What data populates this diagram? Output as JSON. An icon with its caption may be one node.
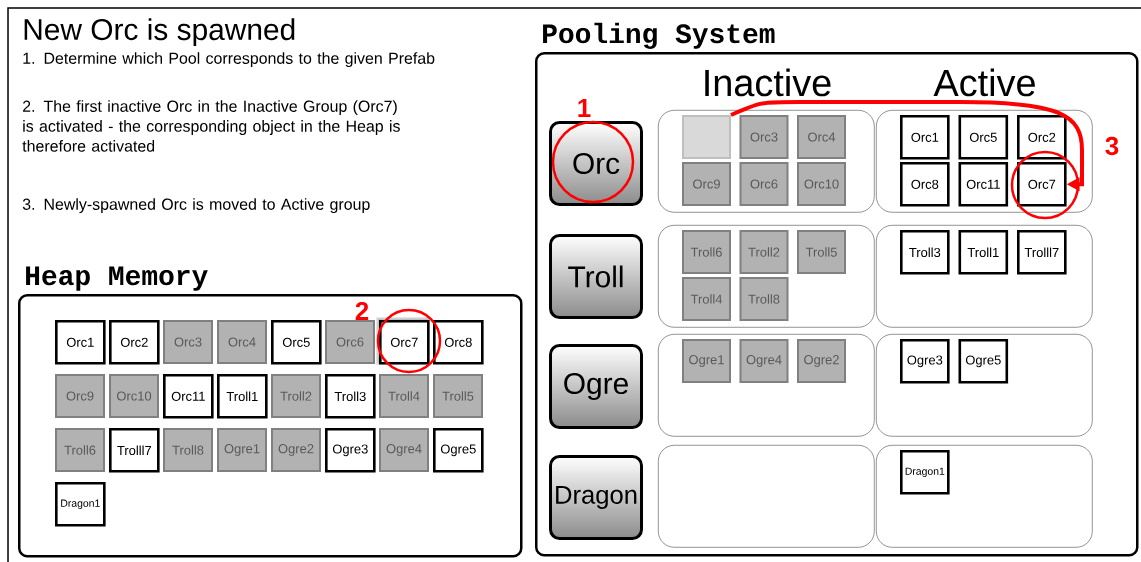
{
  "diagram": {
    "title": "New Orc is spawned",
    "nodes": [
      {
        "text": [
          "Heap Memory"
        ]
      },
      {
        "text": [
          "Orc1"
        ],
        "in": 0
      },
      {
        "text": [
          "Orc2"
        ],
        "in": 0
      },
      {
        "text": [
          "Orc3"
        ],
        "in": 0
      },
      {
        "text": [
          "Orc4"
        ],
        "in": 0
      },
      {
        "text": [
          "Orc5"
        ],
        "in": 0
      },
      {
        "text": [
          "Orc6"
        ],
        "in": 0
      },
      {
        "text": [
          "Orc7"
        ],
        "in": 0
      },
      {
        "text": [
          "Orc8"
        ],
        "in": 0
      },
      {
        "text": [
          "Orc9"
        ],
        "in": 0
      },
      {
        "text": [
          "Orc10"
        ],
        "in": 0
      },
      {
        "text": [
          "Orc11"
        ],
        "in": 0
      },
      {
        "text": [
          "Troll1"
        ],
        "in": 0
      },
      {
        "text": [
          "Troll2"
        ],
        "in": 0
      },
      {
        "text": [
          "Troll3"
        ],
        "in": 0
      },
      {
        "text": [
          "Troll4"
        ],
        "in": 0
      },
      {
        "text": [
          "Troll5"
        ],
        "in": 0
      },
      {
        "text": [
          "Troll6"
        ],
        "in": 0
      },
      {
        "text": [
          "Trolll7"
        ],
        "in": 0
      },
      {
        "text": [
          "Troll8"
        ],
        "in": 0
      },
      {
        "text": [
          "Ogre1"
        ],
        "in": 0
      },
      {
        "text": [
          "Ogre2"
        ],
        "in": 0
      },
      {
        "text": [
          "Ogre3"
        ],
        "in": 0
      },
      {
        "text": [
          "Ogre4"
        ],
        "in": 0
      },
      {
        "text": [
          "Ogre5"
        ],
        "in": 0
      },
      {
        "text": [
          "Dragon1"
        ],
        "in": 0
      },
      {
        "text": [
          "Pooling System"
        ]
      },
      {
        "text": [
          "Orc"
        ],
        "in": 26,
        "beside": [
          "1"
        ]
      },
      {
        "text": [],
        "shape": "box",
        "in": 26
      },
      {
        "text": [],
        "shape": "box",
        "in": 28
      },
      {
        "text": [
          "Orc3"
        ],
        "in": 28
      },
      {
        "text": [
          "Orc4"
        ],
        "in": 28
      },
      {
        "text": [
          "Orc9"
        ],
        "in": 28
      },
      {
        "text": [
          "Orc6"
        ],
        "in": 28
      },
      {
        "text": [
          "Orc10"
        ],
        "in": 28
      },
      {
        "text": [],
        "shape": "box",
        "in": 26
      },
      {
        "text": [
          "Orc1"
        ],
        "in": 35
      },
      {
        "text": [
          "Orc5"
        ],
        "in": 35
      },
      {
        "text": [
          "Orc2"
        ],
        "in": 35
      },
      {
        "text": [
          "Orc8"
        ],
        "in": 35
      },
      {
        "text": [
          "Orc11"
        ],
        "in": 35
      },
      {
        "text": [
          "Orc7"
        ],
        "in": 35,
        "beside": [
          "3"
        ]
      },
      {
        "text": [
          "Troll"
        ],
        "in": 26
      },
      {
        "text": [],
        "shape": "box",
        "in": 26
      },
      {
        "text": [
          "Troll6"
        ],
        "in": 43
      },
      {
        "text": [
          "Troll2"
        ],
        "in": 43
      },
      {
        "text": [
          "Troll5"
        ],
        "in": 43
      },
      {
        "text": [
          "Troll4"
        ],
        "in": 43
      },
      {
        "text": [
          "Troll8"
        ],
        "in": 43
      },
      {
        "text": [],
        "shape": "box",
        "in": 26
      },
      {
        "text": [
          "Troll3"
        ],
        "in": 49
      },
      {
        "text": [
          "Troll1"
        ],
        "in": 49
      },
      {
        "text": [
          "Trolll7"
        ],
        "in": 49
      },
      {
        "text": [
          "Ogre"
        ],
        "in": 26
      },
      {
        "text": [],
        "shape": "box",
        "in": 26
      },
      {
        "text": [
          "Ogre1"
        ],
        "in": 54
      },
      {
        "text": [
          "Ogre4"
        ],
        "in": 54
      },
      {
        "text": [
          "Ogre2"
        ],
        "in": 54
      },
      {
        "text": [],
        "shape": "box",
        "in": 26
      },
      {
        "text": [
          "Ogre3"
        ],
        "in": 58
      },
      {
        "text": [
          "Ogre5"
        ],
        "in": 58
      },
      {
        "text": [
          "Dragon"
        ],
        "in": 26
      },
      {
        "text": [],
        "shape": "box",
        "in": 26
      },
      {
        "text": [],
        "shape": "box",
        "in": 26
      },
      {
        "text": [
          "Dragon1"
        ],
        "in": 63
      }
    ],
    "edges": [
      {
        "from": 29,
        "to": 41,
        "arrow": "to",
        "color": "#ff0000"
      }
    ],
    "labels": [
      "1. Determine which Pool corresponds to the given Prefab",
      "2. The first inactive Orc in the Inactive Group (Orc7) is activated - the corresponding object in the Heap is therefore activated",
      "3. Newly-spawned Orc is moved to Active group",
      "Inactive",
      "Active",
      "2"
    ]
  }
}
